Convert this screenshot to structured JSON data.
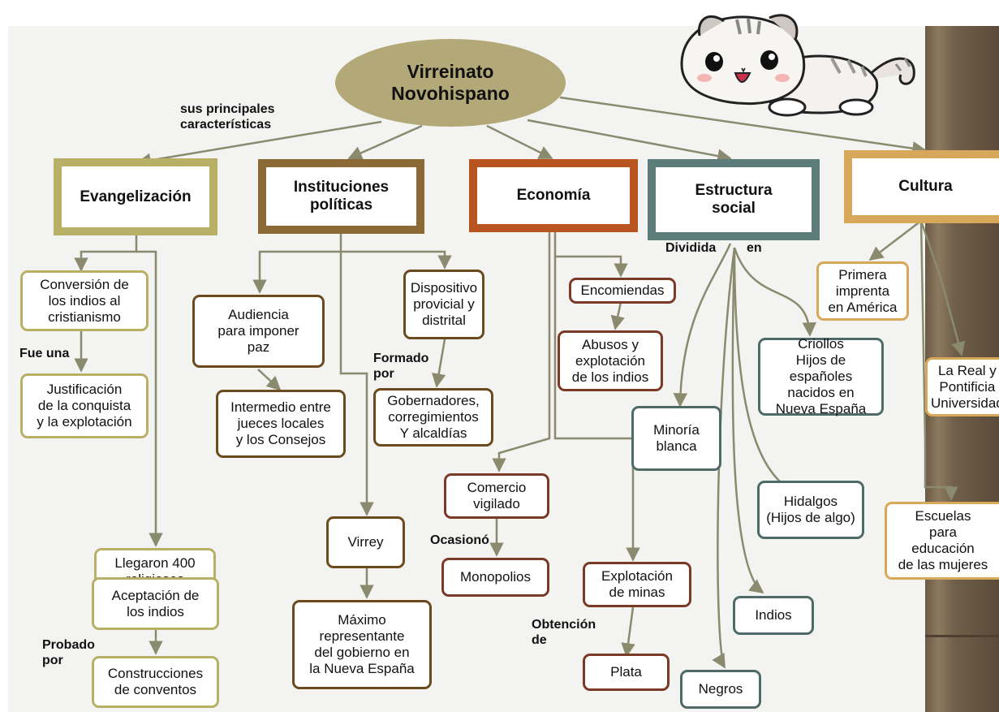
{
  "colors": {
    "evangelizacion": "#b9b068",
    "instituciones": "#8b6a35",
    "economia": "#b8541f",
    "estructura": "#5c7c79",
    "cultura": "#d8a85a",
    "oval": "#b3a878",
    "connector": "#8a8a6e"
  },
  "title": "Virreinato\nNovohispano",
  "labels": {
    "principales": "sus principales\ncaracterísticas",
    "fue_una": "Fue una",
    "probado_por": "Probado\npor",
    "formado_por": "Formado\npor",
    "ocasiono": "Ocasionó",
    "obtencion_de": "Obtención\nde",
    "dividida": "Dividida",
    "en": "en"
  },
  "categories": {
    "evangelizacion": "Evangelización",
    "instituciones": "Instituciones\npolíticas",
    "economia": "Economía",
    "estructura": "Estructura\nsocial",
    "cultura": "Cultura"
  },
  "nodes": {
    "conversion": "Conversión de\nlos indios al\ncristianismo",
    "justificacion": "Justificación\nde la conquista\ny la explotación",
    "llegaron": "Llegaron 400\nreligiosos",
    "aceptacion": "Aceptación de\nlos indios",
    "construcciones": "Construcciones\nde conventos",
    "audiencia": "Audiencia\npara imponer\npaz",
    "intermedio": "Intermedio entre\njueces locales\ny los Consejos",
    "virrey": "Virrey",
    "maximo": "Máximo\nrepresentante\ndel gobierno en\nla Nueva España",
    "dispositivo": "Dispositivo\nprovicial y\ndistrital",
    "gobernadores": "Gobernadores,\ncorregimientos\nY alcaldías",
    "encomiendas": "Encomiendas",
    "abusos": "Abusos y\nexplotación\nde los indios",
    "comercio": "Comercio\nvigilado",
    "monopolios": "Monopolios",
    "explotacion_minas": "Explotación\nde minas",
    "plata": "Plata",
    "minoria": "Minoría\nblanca",
    "criollos": "Criollos\nHijos de españoles\nnacidos en\nNueva España",
    "hidalgos": "Hidalgos\n(Hijos de algo)",
    "indios": "Indios",
    "negros": "Negros",
    "imprenta": "Primera\nimprenta\nen América",
    "real_pontificia": "La Real y\nPontificia\nUniversidad",
    "escuelas": "Escuelas\npara\neducación\nde las mujeres"
  }
}
